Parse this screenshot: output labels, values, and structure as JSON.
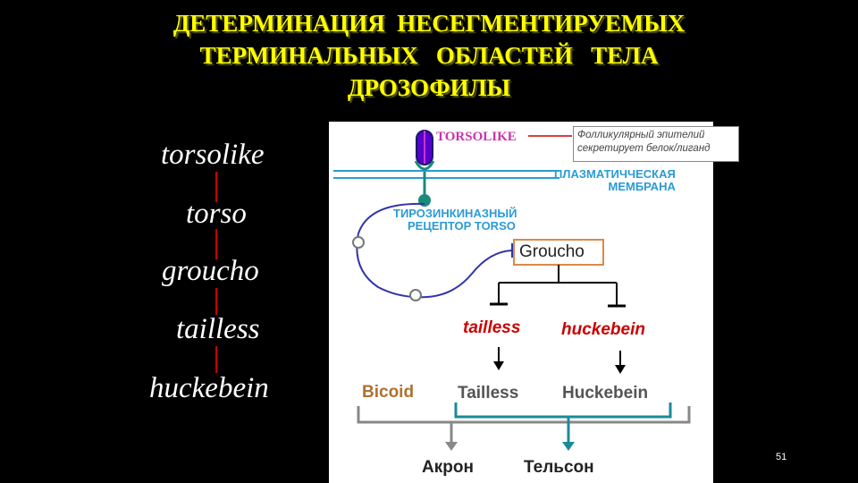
{
  "title": {
    "line1": "ДЕТЕРМИНАЦИЯ  НЕСЕГМЕНТИРУЕМЫХ",
    "line2": "ТЕРМИНАЛЬНЫХ   ОБЛАСТЕЙ   ТЕЛА",
    "line3": "ДРОЗОФИЛЫ"
  },
  "genes": [
    "torsolike",
    "torso",
    "groucho",
    "tailless",
    "huckebein"
  ],
  "diagram": {
    "torsolike_label": "TORSOLIKE",
    "callout_line1": "Фолликулярный эпителий",
    "callout_line2": "секретирует белок/лиганд",
    "membrane_line1": "ПЛАЗМАТИЧЧЕСКАЯ",
    "membrane_line2": "МЕМБРАНА",
    "receptor_line1": "ТИРОЗИНКИНАЗНЫЙ",
    "receptor_line2": "РЕЦЕПТОР TORSO",
    "groucho": "Groucho",
    "tailless_gene": "tailless",
    "huckebein_gene": "huckebein",
    "bicoid": "Bicoid",
    "tailless_protein": "Tailless",
    "huckebein_protein": "Huckebein",
    "akron": "Акрон",
    "telson": "Тельсон"
  },
  "slide_number": "51",
  "colors": {
    "title": "#ffff00",
    "red": "#cc0000",
    "membrane": "#2a9bd5",
    "receptor": "#1a8a7a",
    "purple_pathway": "#3333aa",
    "bracket_gray": "#888888",
    "bracket_teal": "#1a8a9a"
  }
}
